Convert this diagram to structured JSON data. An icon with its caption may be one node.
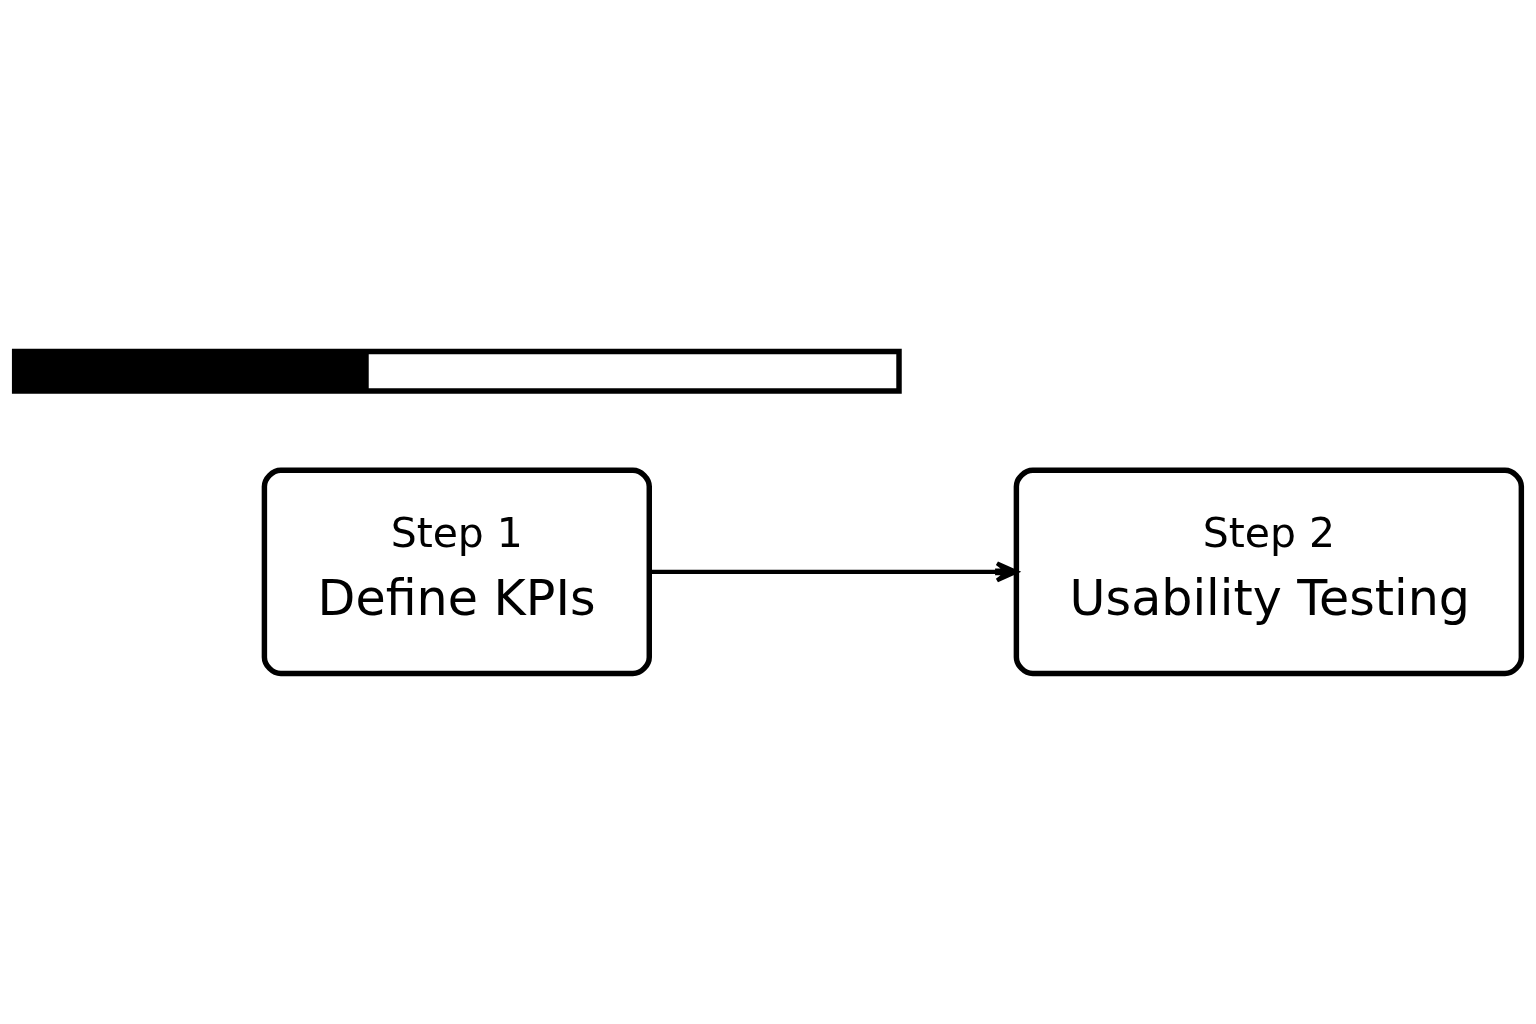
{
  "diagram": {
    "nodes": [
      {
        "text": [
          "Step 1",
          "Define KPIs"
        ]
      },
      {
        "text": [
          "Step 2",
          "Usability Testing"
        ]
      },
      {
        "text": [],
        "shape": "bar"
      }
    ],
    "edges": [
      {
        "from": 0,
        "to": 1,
        "arrow": "to"
      }
    ]
  }
}
